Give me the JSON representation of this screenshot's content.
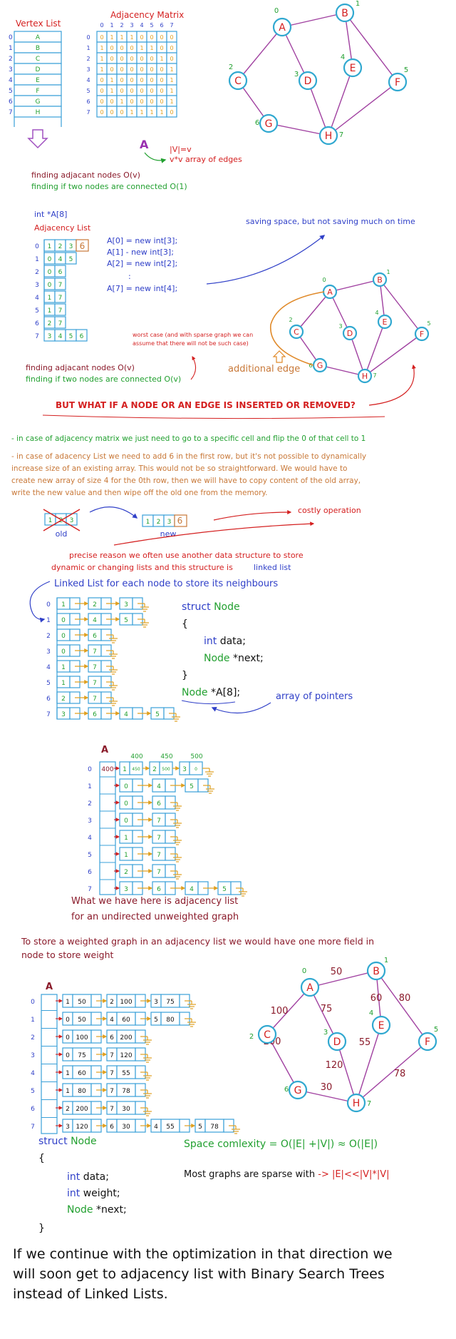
{
  "top": {
    "vertex_list_title": "Vertex List",
    "vertex_indices": [
      "0",
      "1",
      "2",
      "3",
      "4",
      "5",
      "6",
      "7"
    ],
    "vertex_labels": [
      "A",
      "B",
      "C",
      "D",
      "E",
      "F",
      "G",
      "H"
    ],
    "matrix_title": "Adjacency Matrix",
    "matrix_col_headers": [
      "0",
      "1",
      "2",
      "3",
      "4",
      "5",
      "6",
      "7"
    ],
    "matrix_rows": [
      [
        "0",
        "1",
        "1",
        "1",
        "0",
        "0",
        "0",
        "0"
      ],
      [
        "1",
        "0",
        "0",
        "0",
        "1",
        "1",
        "0",
        "0"
      ],
      [
        "1",
        "0",
        "0",
        "0",
        "0",
        "0",
        "1",
        "0"
      ],
      [
        "1",
        "0",
        "0",
        "0",
        "0",
        "0",
        "0",
        "1"
      ],
      [
        "0",
        "1",
        "0",
        "0",
        "0",
        "0",
        "0",
        "1"
      ],
      [
        "0",
        "1",
        "0",
        "0",
        "0",
        "0",
        "0",
        "1"
      ],
      [
        "0",
        "0",
        "1",
        "0",
        "0",
        "0",
        "0",
        "1"
      ],
      [
        "0",
        "0",
        "0",
        "1",
        "1",
        "1",
        "1",
        "0"
      ]
    ],
    "matrix_label": "A",
    "v_eq": "|V|=v",
    "vv_array": "v*v array of edges",
    "finding_adjacent": "finding adjacant nodes  O(v)",
    "finding_connected": "finding if two nodes are connected O(1)"
  },
  "graph_nodes": [
    {
      "label": "A",
      "index": "0"
    },
    {
      "label": "B",
      "index": "1"
    },
    {
      "label": "C",
      "index": "2"
    },
    {
      "label": "D",
      "index": "3"
    },
    {
      "label": "E",
      "index": "4"
    },
    {
      "label": "F",
      "index": "5"
    },
    {
      "label": "G",
      "index": "6"
    },
    {
      "label": "H",
      "index": "7"
    }
  ],
  "adjlist_section": {
    "decl": "int *A[8]",
    "title": "Adjacency List",
    "indices": [
      "0",
      "1",
      "2",
      "3",
      "4",
      "5",
      "6",
      "7"
    ],
    "rows": [
      [
        "1",
        "2",
        "3"
      ],
      [
        "0",
        "4",
        "5"
      ],
      [
        "0",
        "6"
      ],
      [
        "0",
        "7"
      ],
      [
        "1",
        "7"
      ],
      [
        "1",
        "7"
      ],
      [
        "2",
        "7"
      ],
      [
        "3",
        "4",
        "5",
        "6"
      ]
    ],
    "added_value": "6",
    "code_lines": [
      "A[0] = new int[3];",
      "A[1] - new int[3];",
      "A[2] = new int[2];",
      ":",
      "A[7] = new int[4];"
    ],
    "saving_space": "saving space, but not saving much on time",
    "worst_case_1": "worst case (and with sparse graph we can",
    "worst_case_2": "assume that there will not be such case)",
    "additional_edge": "additional edge",
    "finding_adjacent": "finding adjacant nodes  O(v)",
    "finding_connected": "finding if two nodes are connected O(v)"
  },
  "insert_section": {
    "question": "BUT WHAT IF A NODE OR AN EDGE IS INSERTED OR REMOVED?",
    "matrix_case": "- in case of adjacency matrix we just need to go to a specific cell and flip the 0 of that cell to 1",
    "list_case_lines": [
      "- in case of adacency List we need to add 6 in the first row, but it's not possible to dynamically",
      "increase size of an existing array. This would not be so straightforward. We would have to",
      "create new array of size 4 for the 0th row, then we will have to copy content of the old array,",
      "write the new value and then wipe off the old one from the memory."
    ],
    "old_values": [
      "1",
      "2",
      "3"
    ],
    "old_label": "old",
    "new_values": [
      "1",
      "2",
      "3",
      "6"
    ],
    "new_label": "new",
    "costly": "costly operation",
    "reason_1": "precise reason we often use another data structure to store",
    "reason_2": "dynamic or changing lists and this structure is",
    "reason_linked": "linked list"
  },
  "linked_section": {
    "title": "Linked List for each node to store its neighbours",
    "indices": [
      "0",
      "1",
      "2",
      "3",
      "4",
      "5",
      "6",
      "7"
    ],
    "rows": [
      [
        "1",
        "2",
        "3"
      ],
      [
        "0",
        "4",
        "5"
      ],
      [
        "0",
        "6"
      ],
      [
        "0",
        "7"
      ],
      [
        "1",
        "7"
      ],
      [
        "1",
        "7"
      ],
      [
        "2",
        "7"
      ],
      [
        "3",
        "6",
        "4",
        "5"
      ]
    ],
    "struct_kw": "struct",
    "struct_name": "Node",
    "brace_open": "{",
    "field1_type": "int",
    "field1_name": " data;",
    "field2_type": "Node",
    "field2_name": " *next;",
    "brace_close": "}",
    "ptr_type": "Node",
    "ptr_decl": " *A[8];",
    "array_of_pointers": "array of pointers"
  },
  "addr_section": {
    "label": "A",
    "head_addr": "400",
    "addresses": [
      "400",
      "450",
      "500"
    ],
    "first_row": [
      {
        "value": "1",
        "next": "450"
      },
      {
        "value": "2",
        "next": "500"
      },
      {
        "value": "3",
        "next": "0"
      }
    ],
    "indices": [
      "0",
      "1",
      "2",
      "3",
      "4",
      "5",
      "6",
      "7"
    ],
    "rows": [
      [
        "0",
        "4",
        "5"
      ],
      [
        "0",
        "6"
      ],
      [
        "0",
        "7"
      ],
      [
        "1",
        "7"
      ],
      [
        "1",
        "7"
      ],
      [
        "2",
        "7"
      ],
      [
        "3",
        "6",
        "4",
        "5"
      ]
    ],
    "caption_1": "What we have here is adjacency list",
    "caption_2": "for an undirected unweighted graph"
  },
  "weighted_section": {
    "intro_1": "To store a weighted graph in an adjacency list we would have one more field in",
    "intro_2": "node to store weight",
    "label": "A",
    "indices": [
      "0",
      "1",
      "2",
      "3",
      "4",
      "5",
      "6",
      "7"
    ],
    "rows": [
      [
        [
          "1",
          "50"
        ],
        [
          "2",
          "100"
        ],
        [
          "3",
          "75"
        ]
      ],
      [
        [
          "0",
          "50"
        ],
        [
          "4",
          "60"
        ],
        [
          "5",
          "80"
        ]
      ],
      [
        [
          "0",
          "100"
        ],
        [
          "6",
          "200"
        ]
      ],
      [
        [
          "0",
          "75"
        ],
        [
          "7",
          "120"
        ]
      ],
      [
        [
          "1",
          "60"
        ],
        [
          "7",
          "55"
        ]
      ],
      [
        [
          "1",
          "80"
        ],
        [
          "7",
          "78"
        ]
      ],
      [
        [
          "2",
          "200"
        ],
        [
          "7",
          "30"
        ]
      ],
      [
        [
          "3",
          "120"
        ],
        [
          "6",
          "30"
        ],
        [
          "4",
          "55"
        ],
        [
          "5",
          "78"
        ]
      ]
    ],
    "edge_weights": [
      "50",
      "100",
      "75",
      "60",
      "80",
      "200",
      "120",
      "55",
      "30",
      "78"
    ],
    "struct_kw": "struct",
    "struct_name": "Node",
    "brace_open": "{",
    "f1_type": "int",
    "f1_name": " data;",
    "f2_type": "int",
    "f2_name": " weight;",
    "f3_type": "Node",
    "f3_name": " *next;",
    "brace_close": "}",
    "space_complexity": "Space comlexity = O(|E| +|V|) ≈ O(|E|)",
    "sparse_prefix": "Most graphs are sparse with ",
    "sparse_expr": "-> |E|<<|V|*|V|"
  },
  "conclusion": {
    "line1": "If we continue with the optimization in that direction we",
    "line2": "will soon get to adjacency list with Binary Search Trees",
    "line3": "instead of Linked Lists."
  }
}
